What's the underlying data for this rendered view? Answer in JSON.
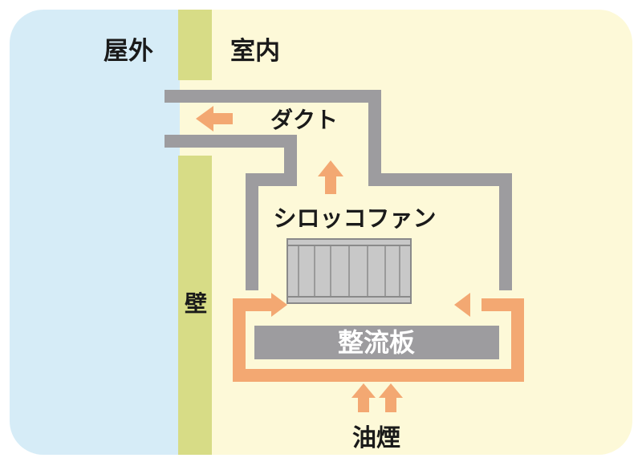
{
  "labels": {
    "outdoor": "屋外",
    "indoor": "室内",
    "duct": "ダクト",
    "sirocco_fan": "シロッコファン",
    "wall": "壁",
    "baffle": "整流板",
    "oil_smoke": "油煙"
  },
  "colors": {
    "outdoor_bg": "#d6ecf7",
    "indoor_bg": "#fdf9d8",
    "wall": "#d7dc86",
    "duct": "#9d9c9f",
    "arrow": "#f3a872",
    "fan_fill": "#c8c8c8",
    "fan_border": "#8a8a8a",
    "baffle": "#9d9c9f"
  }
}
